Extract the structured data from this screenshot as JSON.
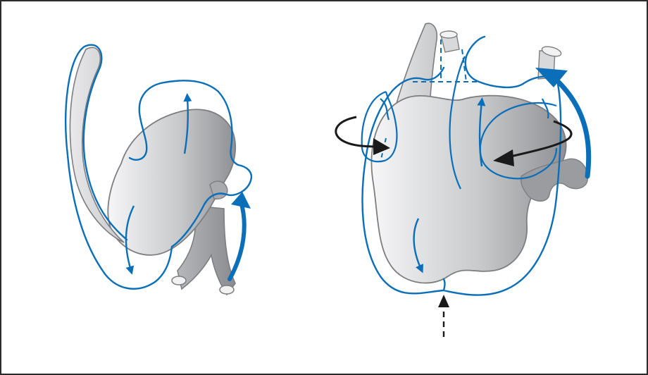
{
  "figure": {
    "panels": [
      {
        "id": "left",
        "subject": "embryonic-heart-early-stage"
      },
      {
        "id": "right",
        "subject": "embryonic-heart-later-stage"
      }
    ],
    "colors": {
      "border": "#2b2b2b",
      "outline_blue": "#0a6fb8",
      "organ_fill_light": "#f1f1f2",
      "organ_fill_dark": "#9b9c9f",
      "organ_stroke": "#7d7e81",
      "arrow_black": "#1a1a1a"
    }
  }
}
